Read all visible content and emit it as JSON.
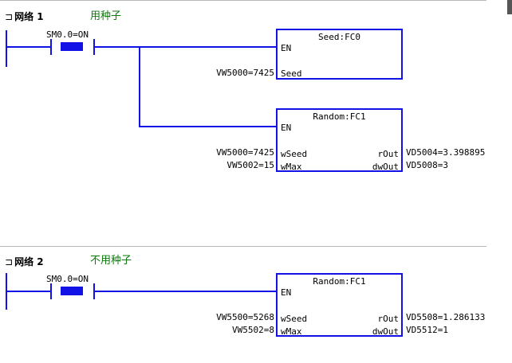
{
  "networks": [
    {
      "title": "网络 1",
      "expander": "⊐",
      "comment": "用种子",
      "contact": "SM0.0=ON",
      "blocks": [
        {
          "name": "Seed:FC0",
          "en": "EN",
          "inputs": [
            {
              "value": "VW5000=7425",
              "pin": "Seed"
            }
          ],
          "outputs": []
        },
        {
          "name": "Random:FC1",
          "en": "EN",
          "inputs": [
            {
              "value": "VW5000=7425",
              "pin": "wSeed"
            },
            {
              "value": "VW5002=15",
              "pin": "wMax"
            }
          ],
          "outputs": [
            {
              "pin": "rOut",
              "value": "VD5004=3.398895"
            },
            {
              "pin": "dwOut",
              "value": "VD5008=3"
            }
          ]
        }
      ]
    },
    {
      "title": "网络 2",
      "expander": "⊐",
      "comment": "不用种子",
      "contact": "SM0.0=ON",
      "blocks": [
        {
          "name": "Random:FC1",
          "en": "EN",
          "inputs": [
            {
              "value": "VW5500=5268",
              "pin": "wSeed"
            },
            {
              "value": "VW5502=8",
              "pin": "wMax"
            }
          ],
          "outputs": [
            {
              "pin": "rOut",
              "value": "VD5508=1.286133"
            },
            {
              "pin": "dwOut",
              "value": "VD5512=1"
            }
          ]
        }
      ]
    }
  ],
  "colors": {
    "wire": "#1212e6",
    "comment": "#0b7a0b",
    "divider": "#b8b8b8"
  }
}
